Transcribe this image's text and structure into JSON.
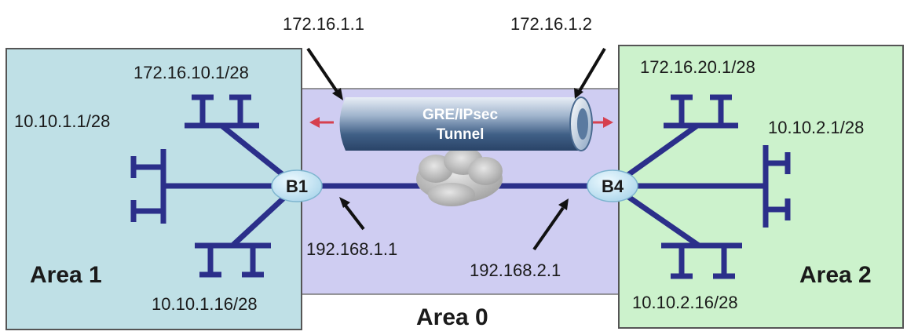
{
  "areas": {
    "area1": "Area 1",
    "area0": "Area 0",
    "area2": "Area 2"
  },
  "routers": {
    "b1": "B1",
    "b4": "B4"
  },
  "tunnel": {
    "line1": "GRE/IPsec",
    "line2": "Tunnel",
    "left_ip": "172.16.1.1",
    "right_ip": "172.16.1.2"
  },
  "links": {
    "b1_wan_ip": "192.168.1.1",
    "b4_wan_ip": "192.168.2.1"
  },
  "area1_networks": {
    "top": "172.16.10.1/28",
    "left": "10.10.1.1/28",
    "bottom": "10.10.1.16/28"
  },
  "area2_networks": {
    "top": "172.16.20.1/28",
    "right": "10.10.2.1/28",
    "bottom": "10.10.2.16/28"
  },
  "colors": {
    "area1_fill": "#bfe0e6",
    "area0_fill": "#cfcdf2",
    "area2_fill": "#ccf2cc",
    "link": "#2b2f8a",
    "arrow": "#d6404f"
  }
}
